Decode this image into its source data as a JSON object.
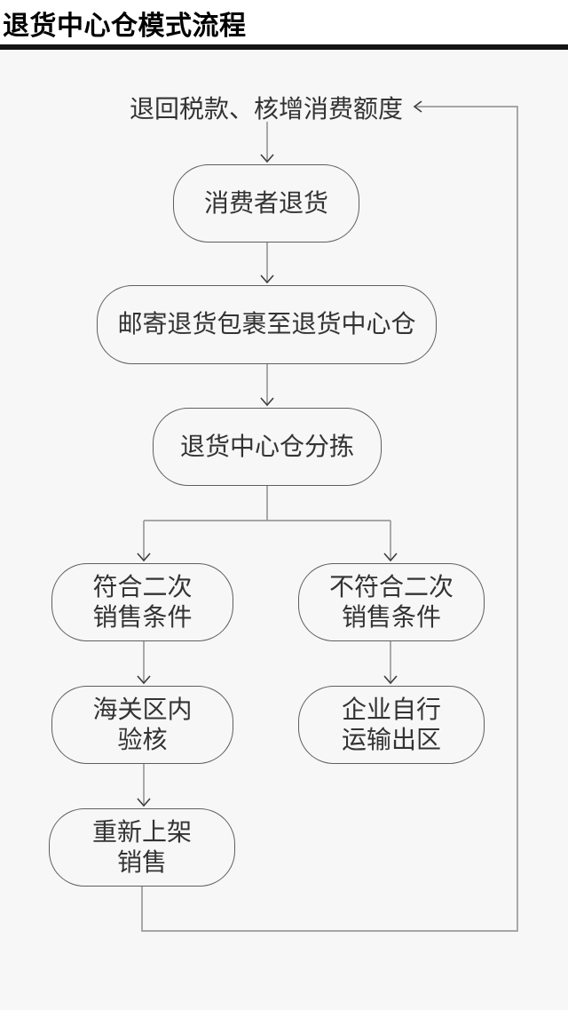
{
  "header": {
    "title": "退货中心仓模式流程"
  },
  "flow": {
    "loop_label": "退回税款、核增消费额度",
    "nodes": [
      {
        "id": "consumer-return",
        "label": "消费者退货"
      },
      {
        "id": "mail-to-center",
        "label": "邮寄退货包裹至退货中心仓"
      },
      {
        "id": "center-sorting",
        "label": "退货中心仓分拣"
      },
      {
        "id": "resale-eligible",
        "label": "符合二次\n销售条件"
      },
      {
        "id": "resale-ineligible",
        "label": "不符合二次\n销售条件"
      },
      {
        "id": "customs-verification",
        "label": "海关区内\n验核"
      },
      {
        "id": "self-transport-out",
        "label": "企业自行\n运输出区"
      },
      {
        "id": "relist-sale",
        "label": "重新上架\n销售"
      }
    ],
    "edges": [
      {
        "from": "loop-label",
        "to": "consumer-return"
      },
      {
        "from": "consumer-return",
        "to": "mail-to-center"
      },
      {
        "from": "mail-to-center",
        "to": "center-sorting"
      },
      {
        "from": "center-sorting",
        "to": "resale-eligible"
      },
      {
        "from": "center-sorting",
        "to": "resale-ineligible"
      },
      {
        "from": "resale-eligible",
        "to": "customs-verification"
      },
      {
        "from": "resale-ineligible",
        "to": "self-transport-out"
      },
      {
        "from": "customs-verification",
        "to": "relist-sale"
      },
      {
        "from": "relist-sale",
        "to": "loop-label"
      }
    ]
  },
  "colors": {
    "background": "#f7f7f7",
    "header_background": "#ffffff",
    "title_text": "#000000",
    "divider_bar": "#141414",
    "node_border": "#5f5f5f",
    "node_text": "#333333",
    "connector_line": "#9b9b9b",
    "arrowhead": "#3d3d3d"
  }
}
